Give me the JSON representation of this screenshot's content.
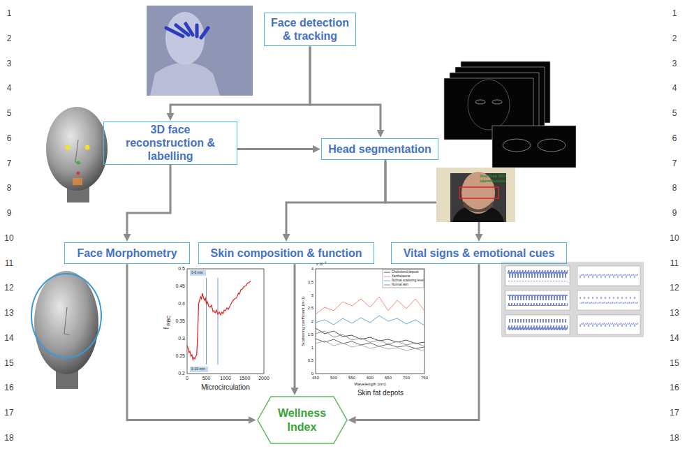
{
  "diagram": {
    "nodes": [
      {
        "text": [
          "Face detection & tracking"
        ]
      },
      {
        "text": [
          "3D face reconstruction & labelling"
        ]
      },
      {
        "text": [
          "Head segmentation"
        ]
      },
      {
        "text": [
          "Face Morphometry"
        ]
      },
      {
        "text": [
          "Skin composition & function"
        ]
      },
      {
        "text": [
          "Vital signs & emotional cues"
        ]
      },
      {
        "text": [
          "Wellness Index"
        ]
      }
    ],
    "edges": [
      {
        "from": 0,
        "to": 1,
        "arrow": "to"
      },
      {
        "from": 0,
        "to": 2,
        "arrow": "to"
      },
      {
        "from": 1,
        "to": 2,
        "arrow": "to"
      },
      {
        "from": 1,
        "to": 3,
        "arrow": "to"
      },
      {
        "from": 2,
        "to": 4,
        "arrow": "to"
      },
      {
        "from": 2,
        "to": 5,
        "arrow": "to"
      },
      {
        "from": 3,
        "to": 6,
        "arrow": "to"
      },
      {
        "from": 4,
        "to": 6,
        "arrow": "to"
      },
      {
        "from": 5,
        "to": 6,
        "arrow": "to"
      }
    ],
    "labels": [
      "1",
      "2",
      "3",
      "4",
      "5",
      "6",
      "7",
      "8",
      "9",
      "10",
      "11",
      "12",
      "13",
      "14",
      "15",
      "16",
      "17",
      "18",
      "1",
      "2",
      "3",
      "4",
      "5",
      "6",
      "7",
      "8",
      "9",
      "10",
      "11",
      "12",
      "13",
      "14",
      "15",
      "16",
      "17",
      "18",
      "0.5",
      "0.45",
      "0.4",
      "0.35",
      "0.3",
      "0.25",
      "0.2",
      "0",
      "500",
      "1000",
      "1500",
      "2000",
      "f",
      "RBC",
      "Microcirculation",
      "0-6 min",
      "0-10 min",
      "x 10",
      "4",
      "4",
      "3.5",
      "3",
      "2.5",
      "2",
      "1.5",
      "1",
      "0.5",
      "0",
      "450",
      "500",
      "550",
      "600",
      "650",
      "700",
      "750",
      "Wavelength (nm)",
      "Skin fat depots",
      "Scattering coefficient (m-1)",
      "Cholesterol deposit",
      "Xanthelasma",
      "Normal scattering level",
      "Normal skin",
      "2nd Step ROI identification"
    ]
  }
}
